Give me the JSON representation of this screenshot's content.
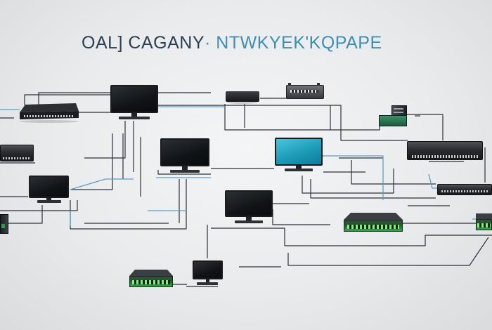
{
  "title": {
    "part1": "OAL] CAGANY",
    "part2": "· NTWKYEK'KQPAPE"
  },
  "colors": {
    "title_dark": "#2a3f52",
    "title_teal": "#3f8fb0",
    "cable_dark": "#2e3236",
    "cable_blue": "#5d9ec3",
    "screen_teal": "#2aaccc",
    "board_green": "#33a64a"
  },
  "devices": [
    {
      "name": "monitor-top-center",
      "kind": "monitor"
    },
    {
      "name": "monitor-mid-left",
      "kind": "monitor"
    },
    {
      "name": "monitor-mid-right",
      "kind": "monitor",
      "screen": "teal"
    },
    {
      "name": "monitor-left",
      "kind": "monitor"
    },
    {
      "name": "monitor-center",
      "kind": "monitor"
    },
    {
      "name": "monitor-bottom",
      "kind": "monitor"
    },
    {
      "name": "switch-top-left",
      "kind": "switch"
    },
    {
      "name": "switch-left",
      "kind": "switch"
    },
    {
      "name": "switch-right",
      "kind": "switch"
    },
    {
      "name": "switch-far-right",
      "kind": "switch"
    },
    {
      "name": "router-top",
      "kind": "router"
    },
    {
      "name": "patch-panel-top",
      "kind": "patch-panel"
    },
    {
      "name": "server-tower",
      "kind": "server"
    },
    {
      "name": "green-switch-center",
      "kind": "green-switch"
    },
    {
      "name": "green-switch-bottom",
      "kind": "green-switch"
    },
    {
      "name": "green-switch-right",
      "kind": "green-switch"
    },
    {
      "name": "edge-device-left",
      "kind": "edge"
    }
  ]
}
